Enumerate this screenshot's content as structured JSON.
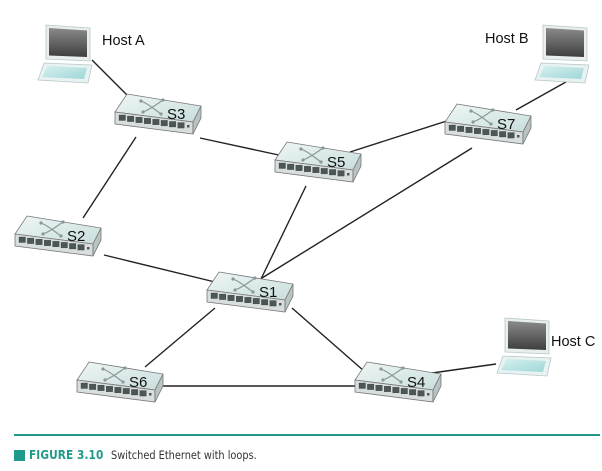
{
  "figure": {
    "number_label": "FIGURE 3.10",
    "caption": "Switched Ethernet with loops.",
    "accent_color": "#1f9a8a"
  },
  "hosts": [
    {
      "id": "hostA",
      "label": "Host A"
    },
    {
      "id": "hostB",
      "label": "Host B"
    },
    {
      "id": "hostC",
      "label": "Host C"
    }
  ],
  "switches": [
    {
      "id": "S1",
      "label": "S1"
    },
    {
      "id": "S2",
      "label": "S2"
    },
    {
      "id": "S3",
      "label": "S3"
    },
    {
      "id": "S4",
      "label": "S4"
    },
    {
      "id": "S5",
      "label": "S5"
    },
    {
      "id": "S6",
      "label": "S6"
    },
    {
      "id": "S7",
      "label": "S7"
    }
  ],
  "links": [
    {
      "from": "hostA",
      "to": "S3"
    },
    {
      "from": "hostB",
      "to": "S7"
    },
    {
      "from": "hostC",
      "to": "S4"
    },
    {
      "from": "S3",
      "to": "S5"
    },
    {
      "from": "S3",
      "to": "S2"
    },
    {
      "from": "S5",
      "to": "S7"
    },
    {
      "from": "S5",
      "to": "S1"
    },
    {
      "from": "S7",
      "to": "S1"
    },
    {
      "from": "S2",
      "to": "S1"
    },
    {
      "from": "S1",
      "to": "S6"
    },
    {
      "from": "S1",
      "to": "S4"
    },
    {
      "from": "S6",
      "to": "S4"
    }
  ]
}
